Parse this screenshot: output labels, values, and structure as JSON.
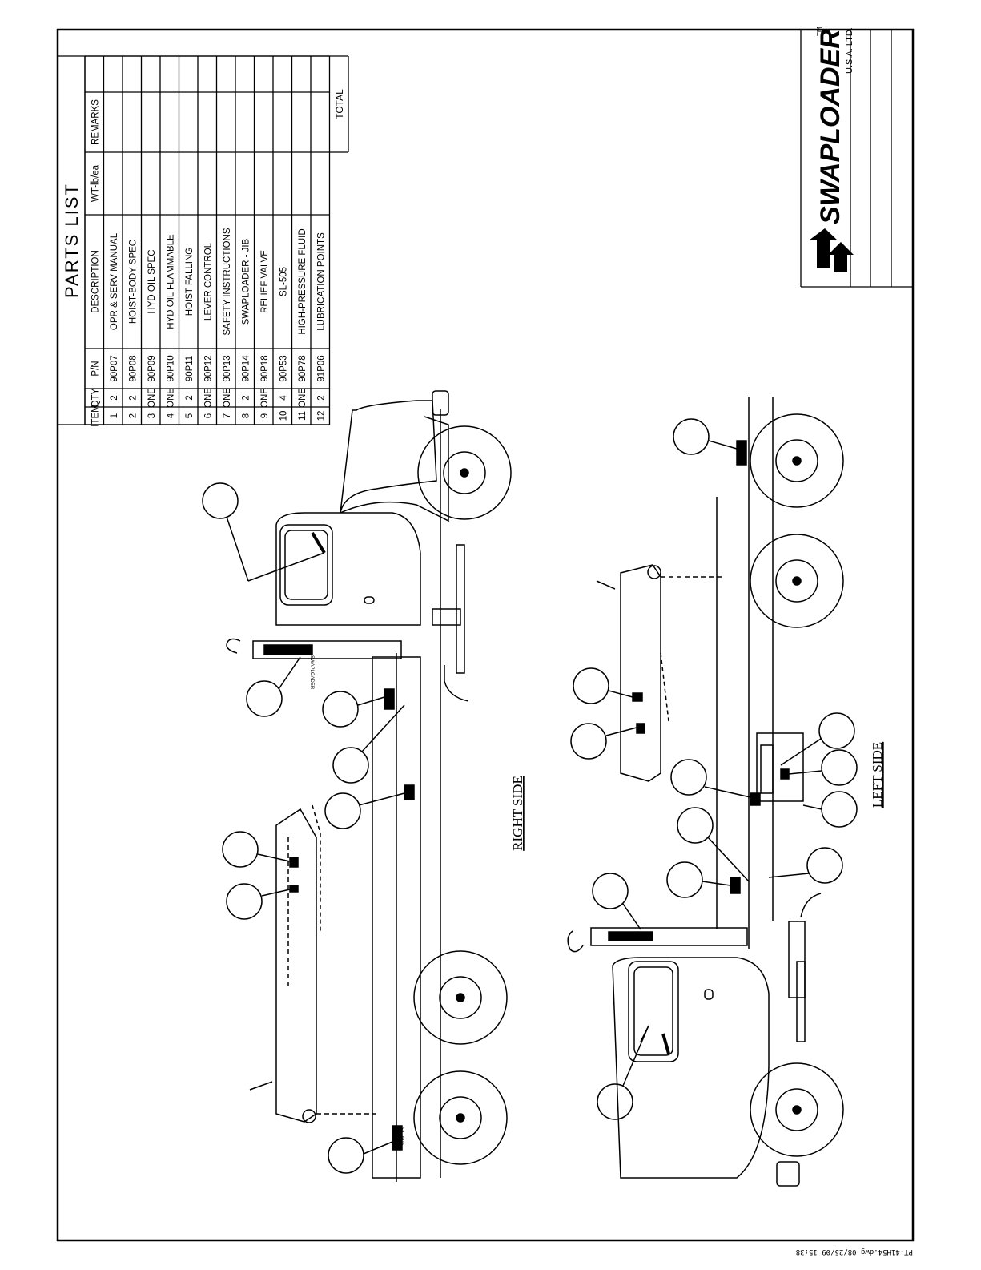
{
  "parts_list": {
    "title": "PARTS LIST",
    "headers": [
      "ITEM",
      "QTY",
      "P/N",
      "DESCRIPTION",
      "WT-lb/ea",
      "REMARKS"
    ],
    "rows": [
      {
        "item": "1",
        "qty": "2",
        "pn": "90P07",
        "desc": "OPR & SERV MANUAL"
      },
      {
        "item": "2",
        "qty": "2",
        "pn": "90P08",
        "desc": "HOIST-BODY SPEC"
      },
      {
        "item": "3",
        "qty": "ONE",
        "pn": "90P09",
        "desc": "HYD OIL SPEC"
      },
      {
        "item": "4",
        "qty": "ONE",
        "pn": "90P10",
        "desc": "HYD OIL FLAMMABLE"
      },
      {
        "item": "5",
        "qty": "2",
        "pn": "90P11",
        "desc": "HOIST FALLING"
      },
      {
        "item": "6",
        "qty": "ONE",
        "pn": "90P12",
        "desc": "LEVER CONTROL"
      },
      {
        "item": "7",
        "qty": "ONE",
        "pn": "90P13",
        "desc": "SAFETY INSTRUCTIONS"
      },
      {
        "item": "8",
        "qty": "2",
        "pn": "90P14",
        "desc": "SWAPLOADER - JIB"
      },
      {
        "item": "9",
        "qty": "ONE",
        "pn": "90P18",
        "desc": "RELIEF VALVE"
      },
      {
        "item": "10",
        "qty": "4",
        "pn": "90P53",
        "desc": "SL-505"
      },
      {
        "item": "11",
        "qty": "ONE",
        "pn": "90P78",
        "desc": "HIGH-PRESSURE FLUID"
      },
      {
        "item": "12",
        "qty": "2",
        "pn": "91P06",
        "desc": "LUBRICATION POINTS"
      }
    ],
    "total_label": "TOTAL"
  },
  "logo": {
    "brand": "SWAPLOADER",
    "trademark": "TM",
    "sub": "U.S.A. LTD."
  },
  "views": {
    "right_label": "RIGHT SIDE",
    "left_label": "LEFT SIDE"
  },
  "decal_texts": {
    "jib_decal": "SWAPLOADER",
    "model_decal": "SL-505"
  },
  "footer": {
    "filename": "PT-41H54.dwg 08/25/09 15:38"
  }
}
